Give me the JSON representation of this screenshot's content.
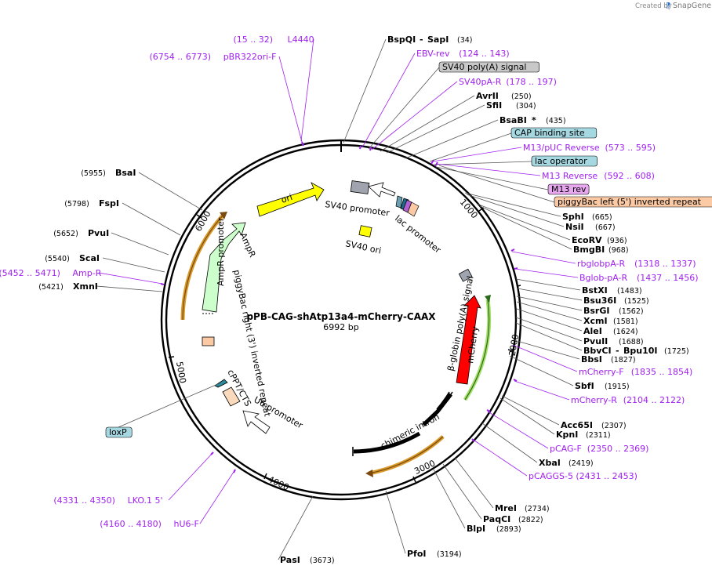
{
  "credit": {
    "prefix": "Created by",
    "brand": "SnapGene"
  },
  "plasmid": {
    "name": "pPB-CAG-shAtp13a4-mCherry-CAAX",
    "size": "6992 bp"
  },
  "ticks": [
    {
      "label": "1000",
      "bp": 1000
    },
    {
      "label": "2000",
      "bp": 2000
    },
    {
      "label": "3000",
      "bp": 3000
    },
    {
      "label": "4000",
      "bp": 4000
    },
    {
      "label": "5000",
      "bp": 5000
    },
    {
      "label": "6000",
      "bp": 6000
    }
  ],
  "features": [
    {
      "name": "ori",
      "fill": "#ffff00"
    },
    {
      "name": "AmpR",
      "fill": "#ccffcc"
    },
    {
      "name": "AmpR promoter"
    },
    {
      "name": "piggyBac right (3') inverted repeat"
    },
    {
      "name": "cPPT/CTS"
    },
    {
      "name": "U6 promoter"
    },
    {
      "name": "SV40 promoter"
    },
    {
      "name": "SV40 ori"
    },
    {
      "name": "lac promoter"
    },
    {
      "name": "mCherry",
      "fill": "#ff0000"
    },
    {
      "name": "β-globin poly(A) signal"
    },
    {
      "name": "chimeric intron"
    }
  ],
  "right_labels": [
    {
      "name": "BspQI",
      "sep": "-",
      "name2": "SapI",
      "pos": "(34)",
      "kind": "enzyme"
    },
    {
      "name": "EBV-rev",
      "pos": "(124 .. 143)",
      "kind": "primer"
    },
    {
      "name": "SV40 poly(A) signal",
      "kind": "box",
      "fill": "#c8c8c8"
    },
    {
      "name": "SV40pA-R",
      "pos": "(178 .. 197)",
      "kind": "primer"
    },
    {
      "name": "AvrII",
      "pos": "(250)",
      "kind": "enzyme"
    },
    {
      "name": "SfiI",
      "pos": "(304)",
      "kind": "enzyme"
    },
    {
      "name": "BsaBI",
      "mark": "*",
      "pos": "(435)",
      "kind": "enzyme"
    },
    {
      "name": "CAP binding site",
      "kind": "box",
      "fill": "#a6d8e2"
    },
    {
      "name": "M13/pUC Reverse",
      "pos": "(573 .. 595)",
      "kind": "primer"
    },
    {
      "name": "lac operator",
      "kind": "box",
      "fill": "#a6d8e2"
    },
    {
      "name": "M13 Reverse",
      "pos": "(592 .. 608)",
      "kind": "primer"
    },
    {
      "name": "M13 rev",
      "kind": "box",
      "fill": "#e7a8ef"
    },
    {
      "name": "piggyBac left (5') inverted repeat",
      "kind": "box",
      "fill": "#fbc9a4"
    },
    {
      "name": "SphI",
      "pos": "(665)",
      "kind": "enzyme"
    },
    {
      "name": "NsiI",
      "pos": "(667)",
      "kind": "enzyme"
    },
    {
      "name": "EcoRV",
      "pos": "(936)",
      "kind": "enzyme"
    },
    {
      "name": "BmgBI",
      "pos": "(968)",
      "kind": "enzyme"
    },
    {
      "name": "rbglobpA-R",
      "pos": "(1318 .. 1337)",
      "kind": "primer"
    },
    {
      "name": "Bglob-pA-R",
      "pos": "(1437 .. 1456)",
      "kind": "primer"
    },
    {
      "name": "BstXI",
      "pos": "(1483)",
      "kind": "enzyme"
    },
    {
      "name": "Bsu36I",
      "pos": "(1525)",
      "kind": "enzyme"
    },
    {
      "name": "BsrGI",
      "pos": "(1562)",
      "kind": "enzyme"
    },
    {
      "name": "XcmI",
      "pos": "(1581)",
      "kind": "enzyme"
    },
    {
      "name": "AleI",
      "pos": "(1624)",
      "kind": "enzyme"
    },
    {
      "name": "PvuII",
      "pos": "(1688)",
      "kind": "enzyme"
    },
    {
      "name": "BbvCI",
      "sep": "-",
      "name2": "Bpu10I",
      "pos": "(1725)",
      "kind": "enzyme"
    },
    {
      "name": "BbsI",
      "pos": "(1827)",
      "kind": "enzyme"
    },
    {
      "name": "mCherry-F",
      "pos": "(1835 .. 1854)",
      "kind": "primer"
    },
    {
      "name": "SbfI",
      "pos": "(1915)",
      "kind": "enzyme"
    },
    {
      "name": "mCherry-R",
      "pos": "(2104 .. 2122)",
      "kind": "primer"
    },
    {
      "name": "Acc65I",
      "pos": "(2307)",
      "kind": "enzyme"
    },
    {
      "name": "KpnI",
      "pos": "(2311)",
      "kind": "enzyme"
    },
    {
      "name": "pCAG-F",
      "pos": "(2350 .. 2369)",
      "kind": "primer"
    },
    {
      "name": "XbaI",
      "pos": "(2419)",
      "kind": "enzyme"
    },
    {
      "name": "pCAGGS-5",
      "pos": "(2431 .. 2453)",
      "kind": "primer"
    }
  ],
  "bottom_labels": [
    {
      "name": "MreI",
      "pos": "(2734)",
      "kind": "enzyme"
    },
    {
      "name": "PaqCI",
      "pos": "(2822)",
      "kind": "enzyme"
    },
    {
      "name": "BlpI",
      "pos": "(2893)",
      "kind": "enzyme"
    },
    {
      "name": "PfoI",
      "pos": "(3194)",
      "kind": "enzyme"
    },
    {
      "name": "PasI",
      "pos": "(3673)",
      "kind": "enzyme"
    }
  ],
  "left_labels": [
    {
      "name": "L4440",
      "pos": "(15 .. 32)",
      "kind": "primer"
    },
    {
      "name": "pBR322ori-F",
      "pos": "(6754 .. 6773)",
      "kind": "primer"
    },
    {
      "name": "BsaI",
      "pos": "(5955)",
      "kind": "enzyme"
    },
    {
      "name": "FspI",
      "pos": "(5798)",
      "kind": "enzyme"
    },
    {
      "name": "PvuI",
      "pos": "(5652)",
      "kind": "enzyme"
    },
    {
      "name": "ScaI",
      "pos": "(5540)",
      "kind": "enzyme"
    },
    {
      "name": "Amp-R",
      "pos": "(5452 .. 5471)",
      "kind": "primer"
    },
    {
      "name": "XmnI",
      "pos": "(5421)",
      "kind": "enzyme"
    },
    {
      "name": "loxP",
      "kind": "box",
      "fill": "#a6d8e2"
    },
    {
      "name": "LKO.1 5'",
      "pos": "(4331 .. 4350)",
      "kind": "primer"
    },
    {
      "name": "hU6-F",
      "pos": "(4160 .. 4180)",
      "kind": "primer"
    }
  ]
}
